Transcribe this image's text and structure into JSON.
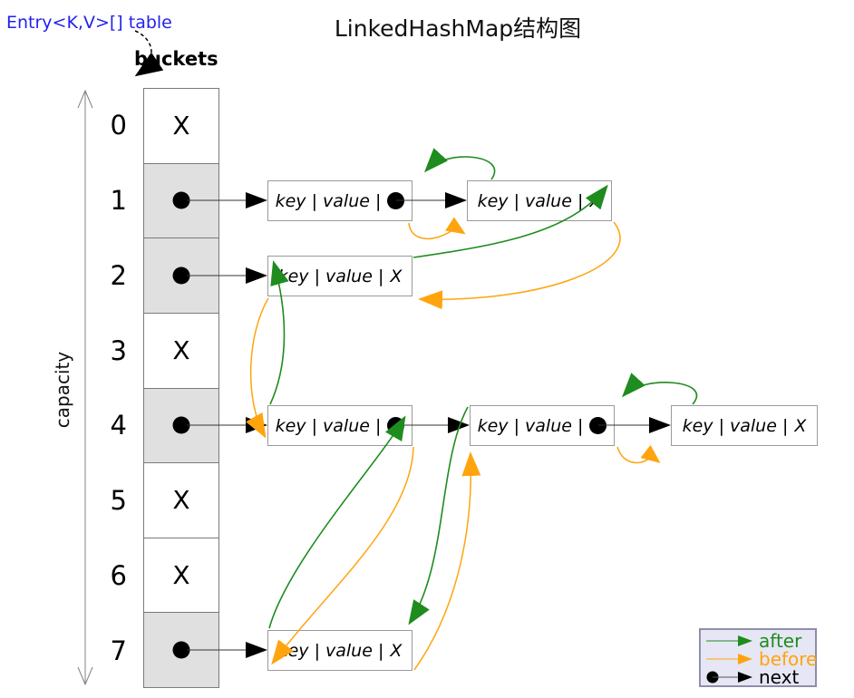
{
  "title": "LinkedHashMap结构图",
  "annotations": {
    "table_label": "Entry<K,V>[] table",
    "buckets_label": "buckets",
    "capacity_label": "capacity"
  },
  "colors": {
    "after": "#1e8c1e",
    "before": "#ffa40e",
    "next": "#000000",
    "table_label_blue": "#2222ee",
    "bucket_filled_bg": "#e0e0e0",
    "legend_bg": "#e6e6f5"
  },
  "bucket_array": {
    "null_symbol": "X",
    "rows": [
      {
        "index": "0",
        "has_entry": false
      },
      {
        "index": "1",
        "has_entry": true
      },
      {
        "index": "2",
        "has_entry": true
      },
      {
        "index": "3",
        "has_entry": false
      },
      {
        "index": "4",
        "has_entry": true
      },
      {
        "index": "5",
        "has_entry": false
      },
      {
        "index": "6",
        "has_entry": false
      },
      {
        "index": "7",
        "has_entry": true
      }
    ]
  },
  "entries": [
    {
      "id": "e1a",
      "bucket": "1",
      "label": "key | value |",
      "next_field": "pointer"
    },
    {
      "id": "e1b",
      "bucket": "1",
      "label": "key | value |",
      "next_field": "null"
    },
    {
      "id": "e2",
      "bucket": "2",
      "label": "key | value |",
      "next_field": "null"
    },
    {
      "id": "e4a",
      "bucket": "4",
      "label": "key | value |",
      "next_field": "pointer"
    },
    {
      "id": "e4b",
      "bucket": "4",
      "label": "key | value |",
      "next_field": "pointer"
    },
    {
      "id": "e4c",
      "bucket": "4",
      "label": "key | value |",
      "next_field": "null"
    },
    {
      "id": "e7",
      "bucket": "7",
      "label": "key | value |",
      "next_field": "null"
    }
  ],
  "links": {
    "next": [
      [
        "bucket1",
        "e1a"
      ],
      [
        "e1a",
        "e1b"
      ],
      [
        "bucket2",
        "e2"
      ],
      [
        "bucket4",
        "e4a"
      ],
      [
        "e4a",
        "e4b"
      ],
      [
        "e4b",
        "e4c"
      ],
      [
        "bucket7",
        "e7"
      ]
    ],
    "after": [
      [
        "e1b",
        "e1a"
      ],
      [
        "e2",
        "e1b"
      ],
      [
        "e4a",
        "e2"
      ],
      [
        "e7",
        "e4a"
      ],
      [
        "e4b",
        "e7"
      ],
      [
        "e4c",
        "e4b"
      ]
    ],
    "before": [
      [
        "e1a",
        "e1b"
      ],
      [
        "e1b",
        "e2"
      ],
      [
        "e2",
        "e4a"
      ],
      [
        "e4a",
        "e7"
      ],
      [
        "e7",
        "e4b"
      ],
      [
        "e4b",
        "e4c"
      ]
    ]
  },
  "legend": {
    "items": [
      {
        "label": "after",
        "color": "#1e8c1e"
      },
      {
        "label": "before",
        "color": "#ffa40e"
      },
      {
        "label": "next",
        "color": "#000000"
      }
    ]
  }
}
